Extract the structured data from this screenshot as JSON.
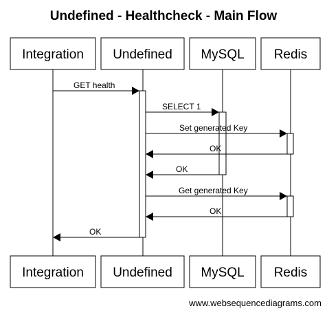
{
  "title": "Undefined - Healthcheck - Main Flow",
  "footer": "www.websequencediagrams.com",
  "actors": [
    {
      "id": "integration",
      "label": "Integration"
    },
    {
      "id": "undefined",
      "label": "Undefined"
    },
    {
      "id": "mysql",
      "label": "MySQL"
    },
    {
      "id": "redis",
      "label": "Redis"
    }
  ],
  "messages": [
    {
      "from": "integration",
      "to": "undefined",
      "label": "GET health",
      "kind": "call"
    },
    {
      "from": "undefined",
      "to": "mysql",
      "label": "SELECT 1",
      "kind": "call"
    },
    {
      "from": "undefined",
      "to": "redis",
      "label": "Set generated Key",
      "kind": "call"
    },
    {
      "from": "redis",
      "to": "undefined",
      "label": "OK",
      "kind": "return"
    },
    {
      "from": "mysql",
      "to": "undefined",
      "label": "OK",
      "kind": "return"
    },
    {
      "from": "undefined",
      "to": "redis",
      "label": "Get generated Key",
      "kind": "call"
    },
    {
      "from": "redis",
      "to": "undefined",
      "label": "OK",
      "kind": "return"
    },
    {
      "from": "undefined",
      "to": "integration",
      "label": "OK",
      "kind": "return"
    }
  ]
}
